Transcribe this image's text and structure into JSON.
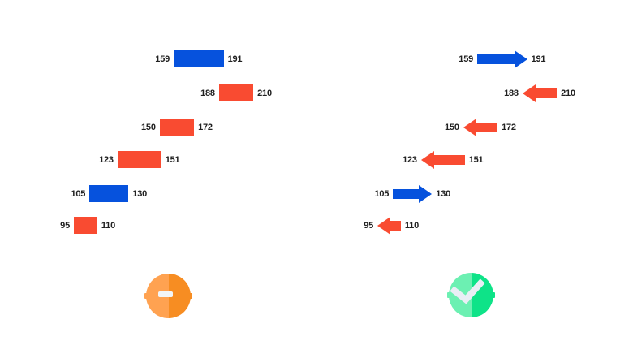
{
  "chart_data": {
    "type": "comparison",
    "title": "",
    "value_scale": {
      "min": 95,
      "max": 210
    },
    "rows": [
      {
        "from": 159,
        "to": 191,
        "low_label": "159",
        "high_label": "191",
        "direction": "increase"
      },
      {
        "from": 210,
        "to": 188,
        "low_label": "188",
        "high_label": "210",
        "direction": "decrease"
      },
      {
        "from": 172,
        "to": 150,
        "low_label": "150",
        "high_label": "172",
        "direction": "decrease"
      },
      {
        "from": 151,
        "to": 123,
        "low_label": "123",
        "high_label": "151",
        "direction": "decrease"
      },
      {
        "from": 105,
        "to": 130,
        "low_label": "105",
        "high_label": "130",
        "direction": "increase"
      },
      {
        "from": 110,
        "to": 95,
        "low_label": "95",
        "high_label": "110",
        "direction": "decrease"
      }
    ],
    "panels": [
      {
        "name": "range-bars",
        "glyph": "range-bar",
        "badge": "minus"
      },
      {
        "name": "direction-arrows",
        "glyph": "direction-arrow",
        "badge": "check"
      }
    ],
    "colors": {
      "increase": "#0652dd",
      "decrease": "#f94b31",
      "label_text": "#212121"
    }
  },
  "icons": {
    "bad": {
      "name": "minus-circle-icon",
      "half_left": "#ffa251",
      "half_right": "#f78d22",
      "glyph_color": "#f2f5f8"
    },
    "good": {
      "name": "check-circle-icon",
      "half_left": "#6cf0b2",
      "half_right": "#0ee388",
      "glyph_color": "#e9eef5"
    }
  }
}
